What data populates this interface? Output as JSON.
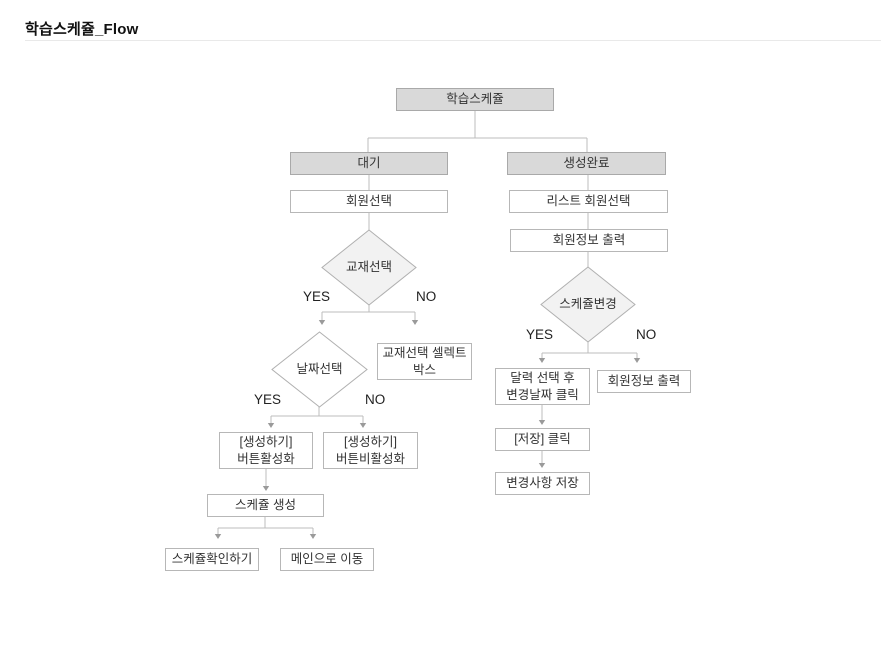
{
  "header": {
    "title": "학습스케쥴_Flow"
  },
  "labels": {
    "yes": "YES",
    "no": "NO"
  },
  "colors": {
    "box_fill_gray": "#d9d9d9",
    "box_border": "#a9a9a9",
    "white_box_border": "#b7b7b7",
    "diamond_fill": "#f2f2f2",
    "diamond_border": "#b0b0b0",
    "connector": "#bcbcbc",
    "arrow": "#9a9a9a",
    "text": "#333333",
    "title_text": "#111111",
    "divider": "#e9e9e9"
  },
  "nodes": {
    "root": "학습스케쥴",
    "waiting": "대기",
    "created": "생성완료",
    "member_select": "회원선택",
    "list_member_select": "리스트 회원선택",
    "member_info_output": "회원정보 출력",
    "textbook_select": "교재선택",
    "date_select": "날짜선택",
    "textbook_select_box": "교재선택 셀렉트\n박스",
    "create_btn_active": "[생성하기]\n버튼활성화",
    "create_btn_inactive": "[생성하기]\n버튼비활성화",
    "schedule_create": "스케쥴 생성",
    "schedule_check": "스케쥴확인하기",
    "go_main": "메인으로 이동",
    "schedule_change": "스케쥴변경",
    "calendar_select_click": "달력 선택 후\n변경날짜 클릭",
    "save_click": "[저장] 클릭",
    "save_changes": "변경사항 저장",
    "member_info_output_2": "회원정보 출력"
  }
}
